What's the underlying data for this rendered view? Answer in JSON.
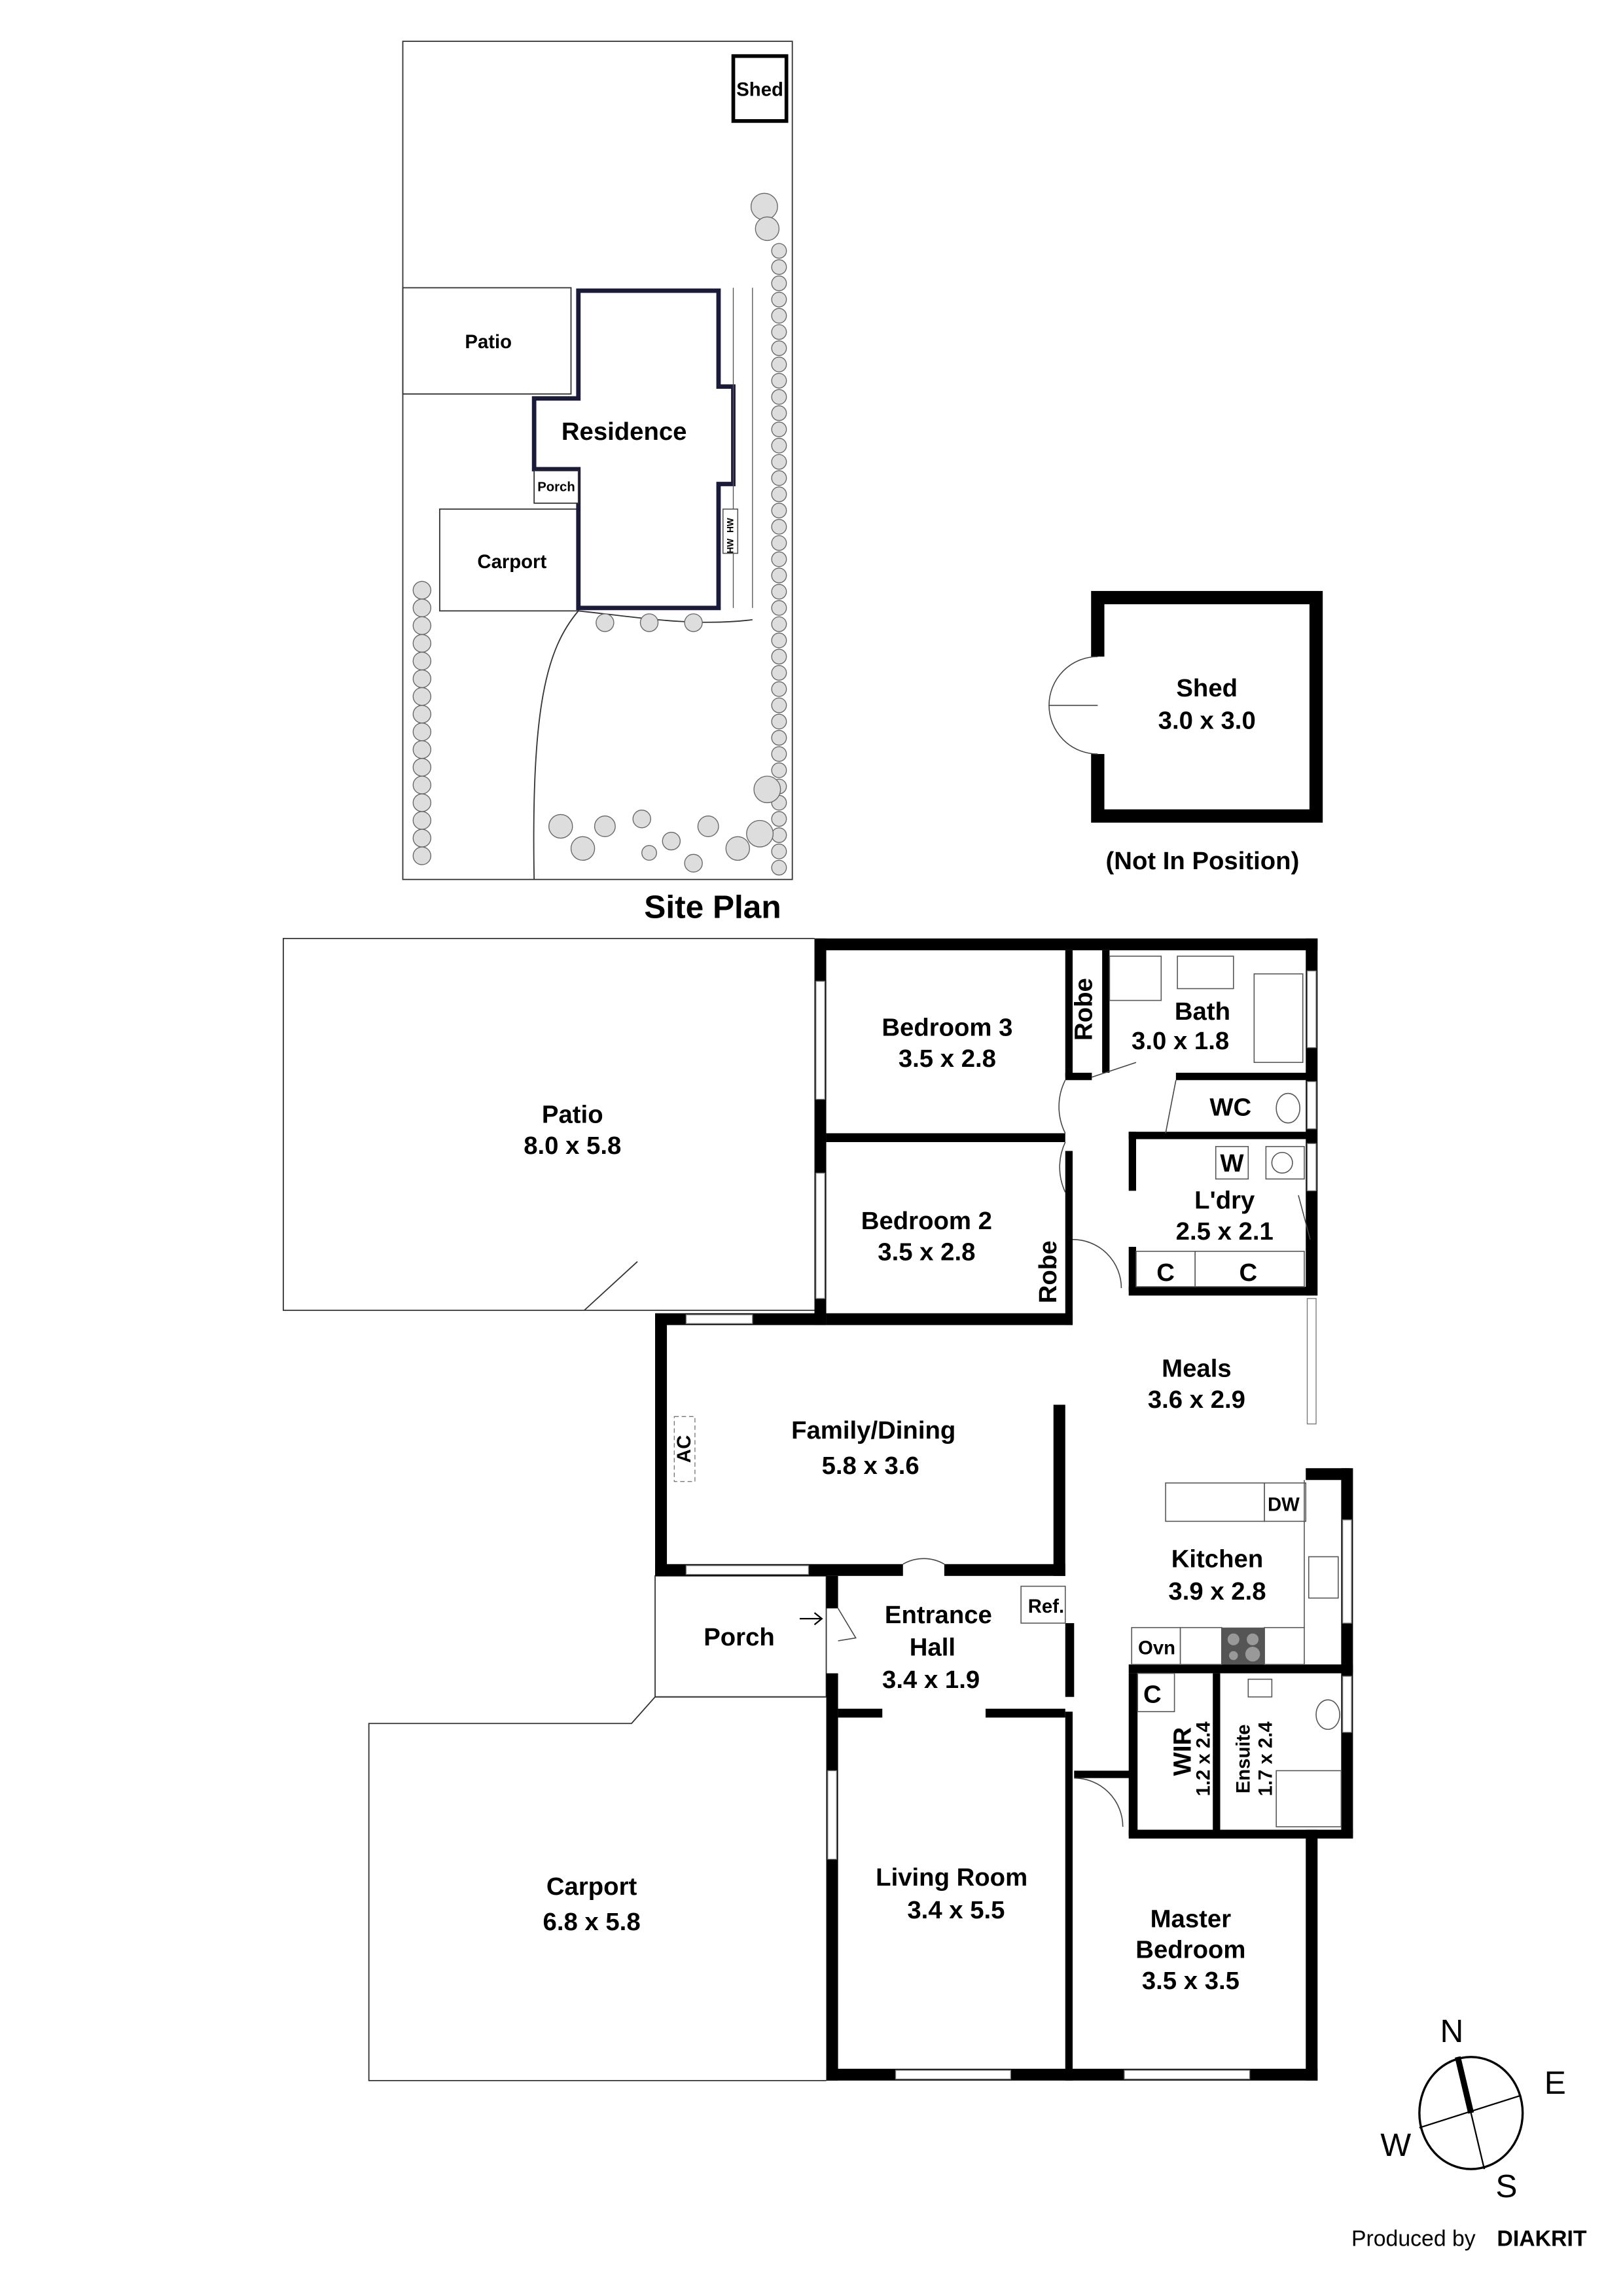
{
  "site_plan": {
    "title": "Site Plan",
    "labels": {
      "shed": "Shed",
      "patio": "Patio",
      "residence": "Residence",
      "porch": "Porch",
      "carport": "Carport",
      "hw1": "HW",
      "hw2": "HW"
    }
  },
  "shed": {
    "name": "Shed",
    "size": "3.0 x 3.0",
    "note": "(Not In Position)"
  },
  "rooms": {
    "patio": {
      "name": "Patio",
      "size": "8.0 x 5.8"
    },
    "bedroom3": {
      "name": "Bedroom 3",
      "size": "3.5 x 2.8"
    },
    "robe3": {
      "name": "Robe"
    },
    "bath": {
      "name": "Bath",
      "size": "3.0 x 1.8"
    },
    "wc": {
      "name": "WC"
    },
    "laundry": {
      "name": "L'dry",
      "size": "2.5 x 2.1",
      "w": "W",
      "c1": "C",
      "c2": "C"
    },
    "bedroom2": {
      "name": "Bedroom 2",
      "size": "3.5 x 2.8"
    },
    "robe2": {
      "name": "Robe"
    },
    "meals": {
      "name": "Meals",
      "size": "3.6 x 2.9"
    },
    "family": {
      "name": "Family/Dining",
      "size": "5.8 x 3.6",
      "ac": "AC"
    },
    "kitchen": {
      "name": "Kitchen",
      "size": "3.9 x 2.8",
      "dw": "DW",
      "ovn": "Ovn"
    },
    "entrance": {
      "name1": "Entrance",
      "name2": "Hall",
      "size": "3.4 x 1.9",
      "ref": "Ref."
    },
    "porch": {
      "name": "Porch"
    },
    "wir": {
      "name": "WIR",
      "size": "1.2 x 2.4",
      "c": "C"
    },
    "ensuite": {
      "name": "Ensuite",
      "size": "1.7 x 2.4"
    },
    "living": {
      "name": "Living Room",
      "size": "3.4 x 5.5"
    },
    "master": {
      "name1": "Master",
      "name2": "Bedroom",
      "size": "3.5 x 3.5"
    },
    "carport": {
      "name": "Carport",
      "size": "6.8 x 5.8"
    }
  },
  "compass": {
    "n": "N",
    "e": "E",
    "s": "S",
    "w": "W"
  },
  "credit": {
    "prefix": "Produced by",
    "brand": "DIAKRIT"
  }
}
